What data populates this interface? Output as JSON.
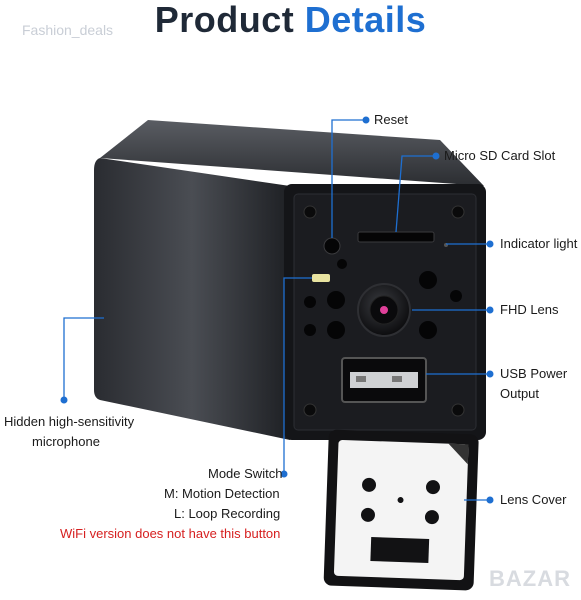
{
  "header": {
    "title_word1": "Product",
    "title_word2": "Details"
  },
  "watermark": "Fashion_deals",
  "site_badge": "BAZAR",
  "callouts": {
    "reset": "Reset",
    "sd_slot": "Micro SD Card Slot",
    "indicator": "Indicator light",
    "lens": "FHD Lens",
    "usb_line1": "USB Power",
    "usb_line2": "Output",
    "mic_line1": "Hidden high-sensitivity",
    "mic_line2": "microphone",
    "mode_title": "Mode Switch",
    "mode_m": "M: Motion Detection",
    "mode_l": "L: Loop Recording",
    "mode_note": "WiFi version does not have this button",
    "cover": "Lens Cover"
  },
  "colors": {
    "accent": "#1e6fd1",
    "note": "#d62020",
    "lens_dot": "#e0409a"
  }
}
